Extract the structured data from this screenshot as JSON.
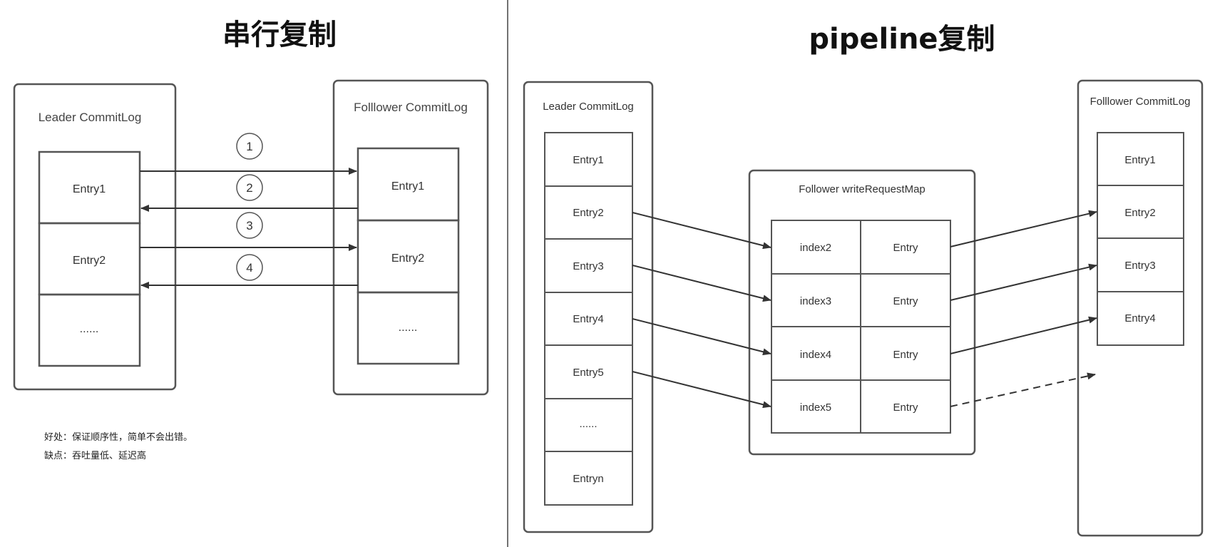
{
  "left_panel": {
    "title": "串行复制",
    "leader_label": "Leader CommitLog",
    "follower_label": "Folllower CommitLog",
    "leader_entries": [
      "Entry1",
      "Entry2",
      "......"
    ],
    "follower_entries": [
      "Entry1",
      "Entry2",
      "......"
    ],
    "steps": [
      "1",
      "2",
      "3",
      "4"
    ],
    "notes": [
      "好处：保证顺序性，简单不会出错。",
      "缺点：吞吐量低、延迟高"
    ]
  },
  "right_panel": {
    "title": "pipeline复制",
    "leader_label": "Leader CommitLog",
    "follower_label": "Folllower CommitLog",
    "map_label": "Follower writeRequestMap",
    "leader_entries": [
      "Entry1",
      "Entry2",
      "Entry3",
      "Entry4",
      "Entry5",
      "......",
      "Entryn"
    ],
    "follower_entries": [
      "Entry1",
      "Entry2",
      "Entry3",
      "Entry4"
    ],
    "map_rows": [
      {
        "index": "index2",
        "value": "Entry"
      },
      {
        "index": "index3",
        "value": "Entry"
      },
      {
        "index": "index4",
        "value": "Entry"
      },
      {
        "index": "index5",
        "value": "Entry"
      }
    ]
  },
  "colors": {
    "stroke": "#555555",
    "arrow": "#333333",
    "divider": "#444444"
  }
}
